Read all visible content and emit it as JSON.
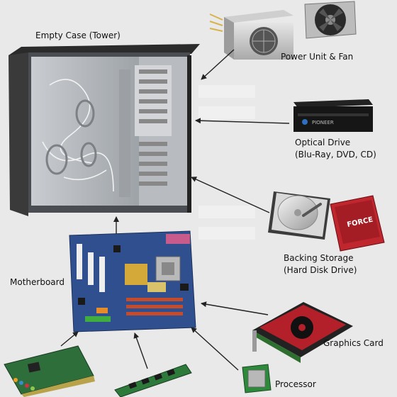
{
  "labels": {
    "case": "Empty Case (Tower)",
    "power": "Power Unit & Fan",
    "optical_line1": "Optical Drive",
    "optical_line2": "(Blu-Ray, DVD, CD)",
    "storage_line1": "Backing Storage",
    "storage_line2": "(Hard Disk Drive)",
    "motherboard": "Motherboard",
    "graphics": "Graphics Card",
    "processor": "Processor"
  },
  "badges": {
    "dvd_brand": "PIONEER",
    "ssd_brand": "FORCE"
  },
  "colors": {
    "background": "#e9e9e9",
    "arrow": "#222222",
    "pcb_blue": "#2f4f8f",
    "graphics_red": "#b3202a",
    "ssd_red": "#c0262e"
  },
  "icons": [
    "tower-case-icon",
    "power-supply-icon",
    "case-fan-icon",
    "optical-drive-icon",
    "hard-disk-icon",
    "ssd-icon",
    "motherboard-icon",
    "graphics-card-icon",
    "processor-icon",
    "sound-card-icon",
    "ram-stick-icon"
  ]
}
